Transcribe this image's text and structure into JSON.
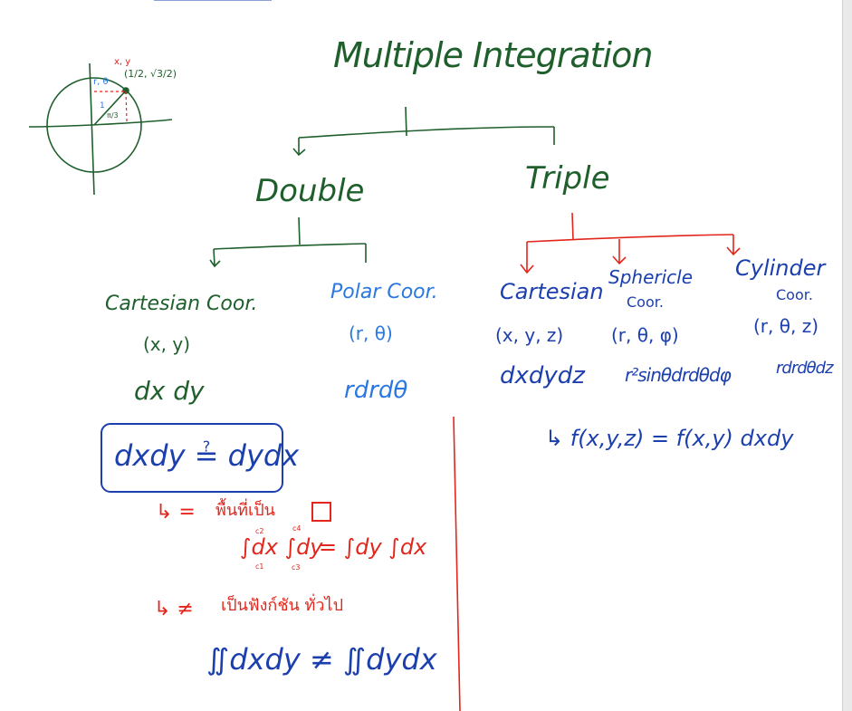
{
  "title": "Multiple Integration",
  "unit_circle": {
    "point_label": "(1/2, √3/2)",
    "xy_label": "x, y",
    "r_theta_label": "r, θ",
    "radius_label": "1",
    "angle_label": "π/3"
  },
  "double": {
    "label": "Double",
    "cartesian": {
      "label": "Cartesian Coor.",
      "coords": "(x, y)",
      "element": "dx dy"
    },
    "polar": {
      "label": "Polar Coor.",
      "coords": "(r, θ)",
      "element": "rdrdθ"
    },
    "boxed_question": "dxdy ≟ dydx",
    "equal_case": {
      "marker": "↳ =",
      "note": "พื้นที่เป็น",
      "formula_left": "∫dx ∫dy",
      "formula_right": "= ∫dy ∫dx",
      "limits": [
        "c1",
        "c2",
        "c3",
        "c4"
      ]
    },
    "unequal_case": {
      "marker": "↳ ≠",
      "note": "เป็นฟังก์ชัน ทั่วไป",
      "formula": "∬dxdy ≠ ∬dydx"
    }
  },
  "triple": {
    "label": "Triple",
    "cartesian": {
      "label": "Cartesian",
      "coords": "(x, y, z)",
      "element": "dxdydz"
    },
    "spherical": {
      "label": "Sphericle",
      "sub": "Coor.",
      "coords": "(r, θ, φ)",
      "element": "r²sinθdrdθdφ"
    },
    "cylinder": {
      "label": "Cylinder",
      "sub": "Coor.",
      "coords": "(r, θ, z)",
      "element": "rdrdθdz"
    },
    "note": "↳ f(x,y,z) = f(x,y) dxdy"
  }
}
